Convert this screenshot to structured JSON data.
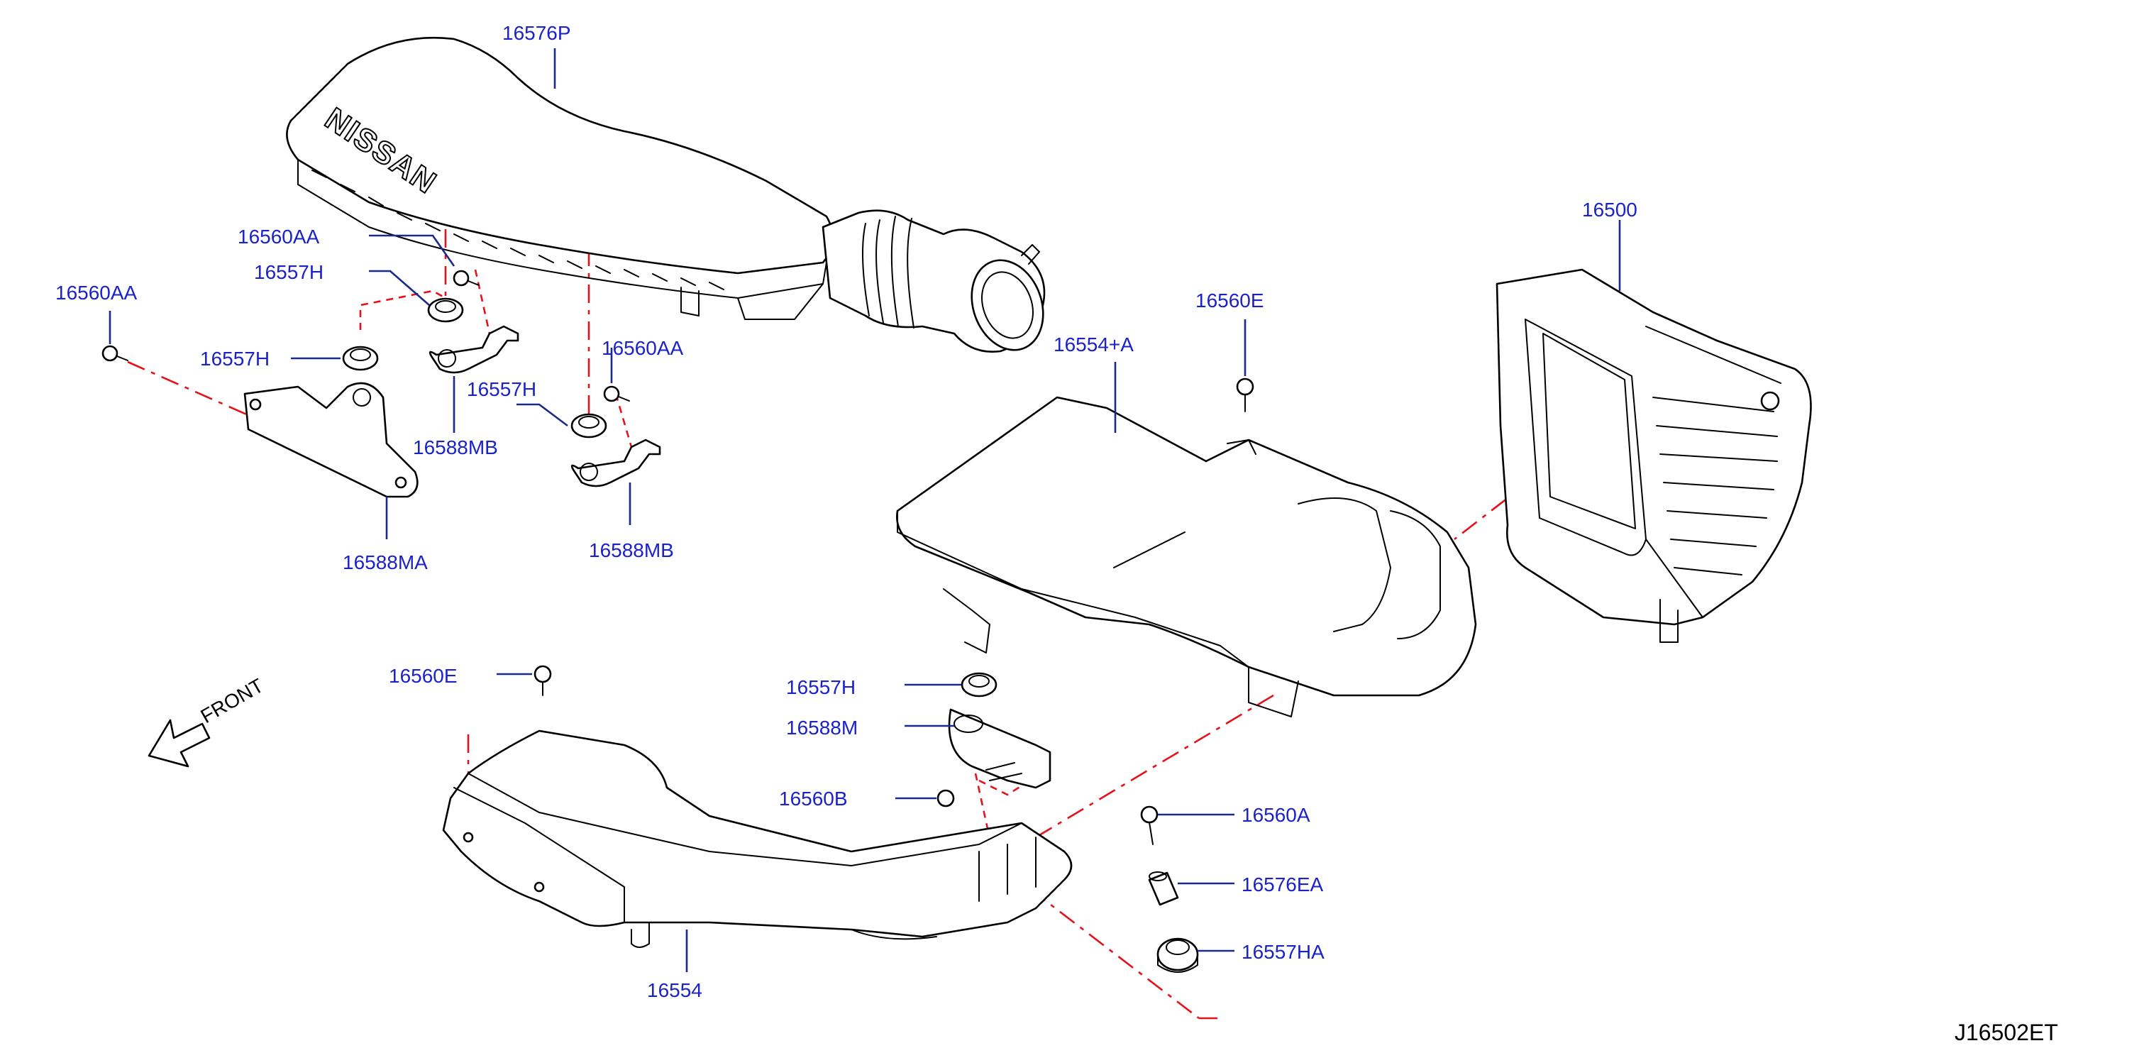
{
  "diagram": {
    "reference_code": "J16502ET",
    "front_label": "FRONT",
    "brand_mark": "NISSAN",
    "colors": {
      "callout_text": "#1b22c9",
      "leader_line": "#1a2a8c",
      "guide_line": "#e3121b",
      "part_outline": "#000000",
      "background": "#ffffff"
    },
    "callouts": {
      "p16576P": "16576P",
      "p16560AA_top": "16560AA",
      "p16557H_top": "16557H",
      "p16560AA_left": "16560AA",
      "p16557H_left": "16557H",
      "p16588MB_left": "16588MB",
      "p16588MA": "16588MA",
      "p16557H_mid": "16557H",
      "p16560AA_mid": "16560AA",
      "p16588MB_mid": "16588MB",
      "p16500": "16500",
      "p16560E_top": "16560E",
      "p16554A": "16554+A",
      "p16560E_bottom": "16560E",
      "p16557H_low": "16557H",
      "p16588M": "16588M",
      "p16560B": "16560B",
      "p16560A": "16560A",
      "p16576EA": "16576EA",
      "p16557HA": "16557HA",
      "p16554": "16554"
    }
  }
}
